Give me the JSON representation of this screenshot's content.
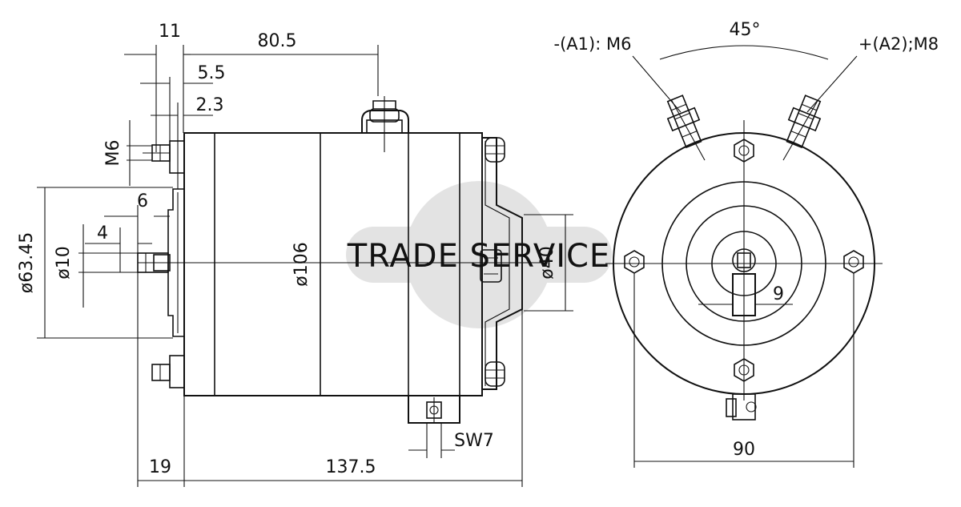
{
  "watermark": {
    "text": "TRADE SERVICE",
    "color": "#e0e0e0"
  },
  "side_view": {
    "dims": {
      "d11": "11",
      "d80_5": "80.5",
      "d5_5": "5.5",
      "d2_3": "2.3",
      "m6": "M6",
      "d6": "6",
      "d4": "4",
      "dia63_45": "ø63.45",
      "dia10": "ø10",
      "dia106": "ø106",
      "dia40": "ø40",
      "sw7": "SW7",
      "d19": "19",
      "d137_5": "137.5"
    }
  },
  "end_view": {
    "labels": {
      "a1": "-(A1): M6",
      "a2": "+(A2);M8",
      "angle": "45°",
      "d9": "9",
      "d90": "90"
    }
  }
}
